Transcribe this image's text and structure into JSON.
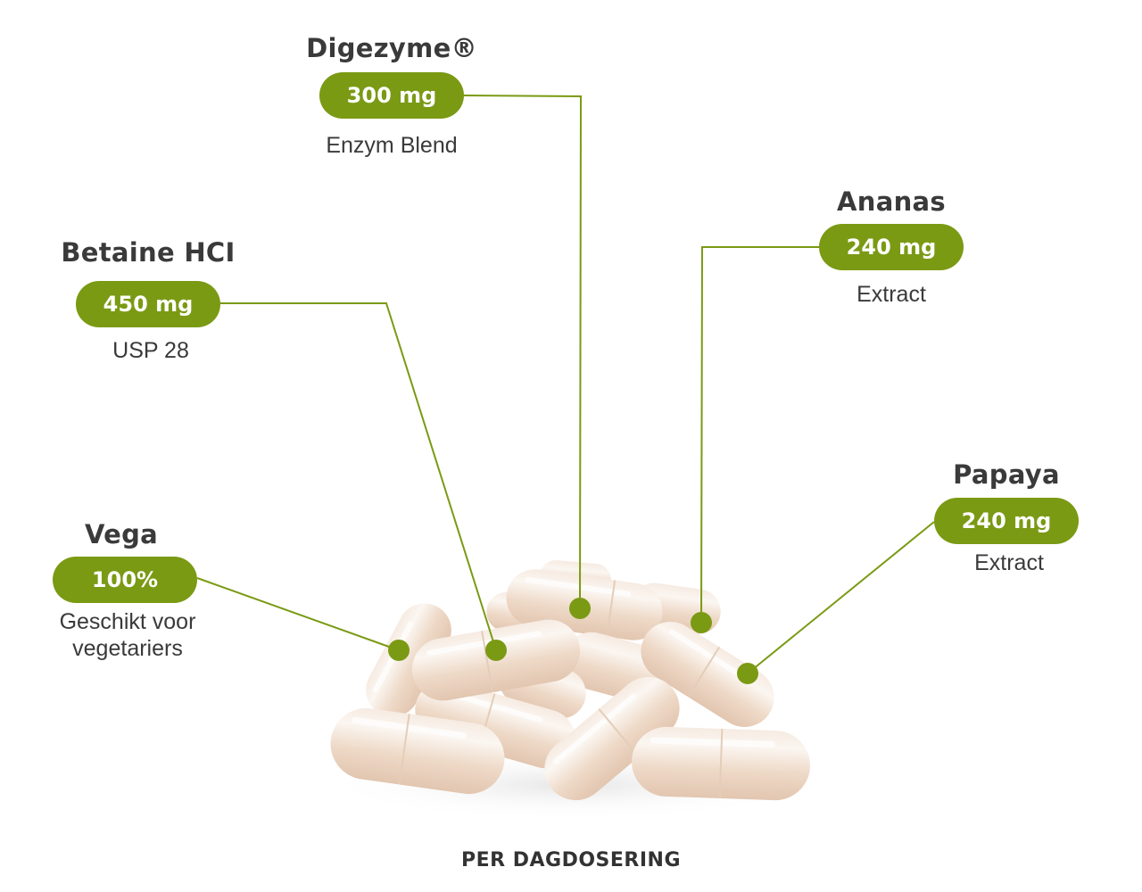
{
  "accent_color": "#7a9a14",
  "callouts": {
    "digezyme": {
      "title": "Digezyme®",
      "amount": "300 mg",
      "subtitle": "Enzym Blend"
    },
    "betaine": {
      "title": "Betaine HCI",
      "amount": "450 mg",
      "subtitle": "USP 28"
    },
    "ananas": {
      "title": "Ananas",
      "amount": "240 mg",
      "subtitle": "Extract"
    },
    "papaya": {
      "title": "Papaya",
      "amount": "240 mg",
      "subtitle": "Extract"
    },
    "vega": {
      "title": "Vega",
      "amount": "100%",
      "subtitle_line1": "Geschikt voor",
      "subtitle_line2": "vegetariers"
    }
  },
  "caption": "PER DAGDOSERING"
}
